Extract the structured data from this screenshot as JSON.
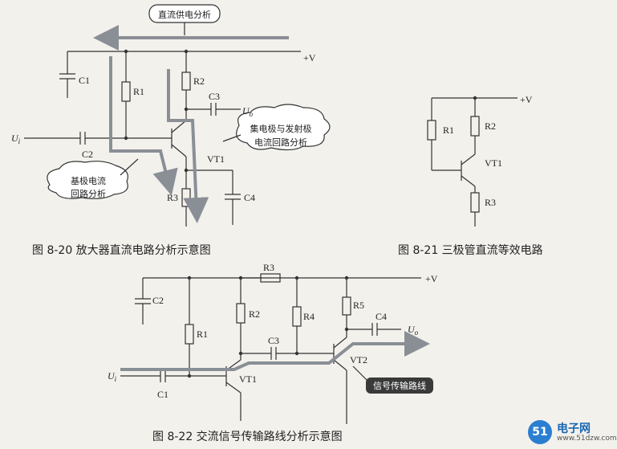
{
  "fig20": {
    "bubble_top": "直流供电分析",
    "bubble_right_line1": "集电极与发射极",
    "bubble_right_line2": "电流回路分析",
    "bubble_left_line1": "基极电流",
    "bubble_left_line2": "回路分析",
    "vplus": "+V",
    "uo": "U",
    "uo_sub": "o",
    "ui": "U",
    "ui_sub": "i",
    "c1": "C1",
    "c2": "C2",
    "c3": "C3",
    "c4": "C4",
    "r1": "R1",
    "r2": "R2",
    "r3": "R3",
    "vt1": "VT1",
    "caption": "图 8-20   放大器直流电路分析示意图"
  },
  "fig21": {
    "vplus": "+V",
    "r1": "R1",
    "r2": "R2",
    "r3": "R3",
    "vt1": "VT1",
    "caption": "图 8-21   三极管直流等效电路"
  },
  "fig22": {
    "vplus": "+V",
    "c1": "C1",
    "c2": "C2",
    "c3": "C3",
    "c4": "C4",
    "r1": "R1",
    "r2": "R2",
    "r3": "R3",
    "r4": "R4",
    "r5": "R5",
    "vt1": "VT1",
    "vt2": "VT2",
    "uo": "U",
    "uo_sub": "o",
    "ui": "U",
    "ui_sub": "i",
    "bubble": "信号传输路线",
    "caption": "图 8-22   交流信号传输路线分析示意图"
  },
  "watermark": {
    "logo": "51",
    "name": "电子网",
    "url": "www.51dzw.com"
  },
  "colors": {
    "wire": "#333333",
    "arrow": "#8a8f96",
    "bubble_fill": "#ffffff",
    "bubble_dark": "#3a3a3a",
    "brand": "#1a66b3"
  }
}
